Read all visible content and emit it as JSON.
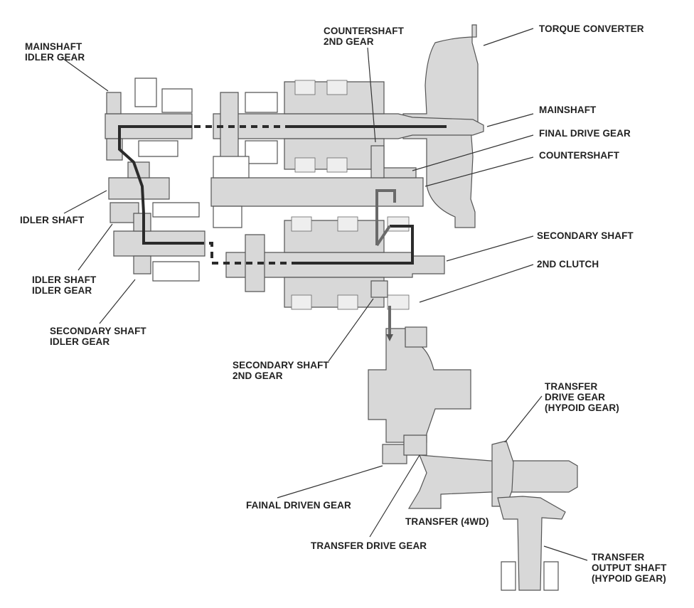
{
  "diagram": {
    "title": "",
    "labels": {
      "mainshaft_idler_gear": "MAINSHAFT\nIDLER GEAR",
      "countershaft_2nd_gear": "COUNTERSHAFT\n2ND GEAR",
      "torque_converter": "TORQUE CONVERTER",
      "mainshaft": "MAINSHAFT",
      "final_drive_gear": "FINAL DRIVE GEAR",
      "countershaft": "COUNTERSHAFT",
      "idler_shaft": "IDLER SHAFT",
      "secondary_shaft": "SECONDARY SHAFT",
      "second_clutch": "2ND CLUTCH",
      "idler_shaft_idler_gear": "IDLER SHAFT\nIDLER GEAR",
      "secondary_shaft_idler_gear": "SECONDARY SHAFT\nIDLER GEAR",
      "secondary_shaft_2nd_gear": "SECONDARY SHAFT\n2ND GEAR",
      "transfer_drive_gear_hypoid": "TRANSFER\nDRIVE GEAR\n(HYPOID GEAR)",
      "final_driven_gear": "FAINAL DRIVEN GEAR",
      "transfer_4wd": "TRANSFER (4WD)",
      "transfer_drive_gear": "TRANSFER DRIVE GEAR",
      "transfer_output_shaft": "TRANSFER\nOUTPUT SHAFT\n(HYPOID GEAR)"
    },
    "colors": {
      "part_fill": "#d8d8d8",
      "power_flow": "#2b2b2b",
      "power_flow_secondary": "#6a6a6a"
    }
  }
}
